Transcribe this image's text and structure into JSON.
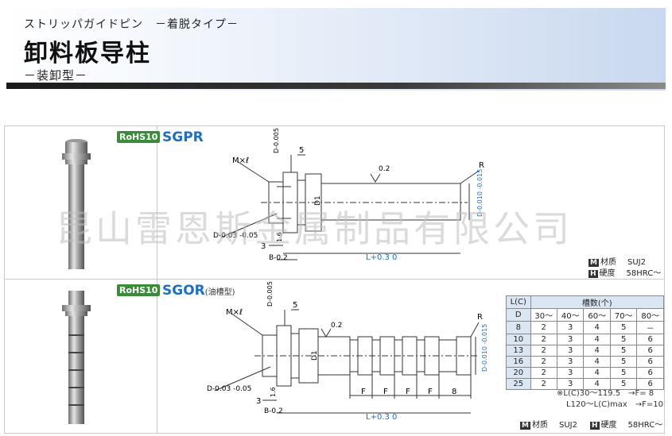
{
  "header": {
    "subtitle_jp": "ストリッパガイドピン　－着脱タイプ－",
    "title": "卸料板导柱",
    "type_label": "－装卸型－"
  },
  "panels": [
    {
      "code": "SGPR",
      "code_note": "",
      "rohs": "RoHS10",
      "dims": {
        "mxl": "M×ℓ",
        "d_tol_top": "D-0.005",
        "five": "5",
        "tol_02": "0.2",
        "r": "R",
        "d1": "D1",
        "d_tol_right": "D-0.010 -0.015",
        "d_tol_left": "D-0.03 -0.05",
        "three": "3",
        "b_tol": "B-0.2",
        "one_six": "1.6",
        "l_tol": "L+0.3 0"
      },
      "spec": {
        "material_label": "材质",
        "material_value": "SUJ2",
        "hardness_label": "硬度",
        "hardness_value": "58HRC～"
      }
    },
    {
      "code": "SGOR",
      "code_note": "(油槽型)",
      "rohs": "RoHS10",
      "dims": {
        "mxl": "M×ℓ",
        "d_tol_top": "D-0.005",
        "five": "5",
        "tol_02": "0.2",
        "r": "R",
        "d1": "D1",
        "d_tol_right": "D-0.010 -0.015",
        "d_tol_left": "D-0.03 -0.05",
        "three": "3",
        "b_tol": "B-0.2",
        "one_six": "1.6",
        "l_tol": "L+0.3 0",
        "f": "F",
        "eight": "8"
      },
      "table": {
        "corner_top": "L(C)",
        "corner_bottom": "D",
        "group_header": "槽数(个)",
        "columns": [
          "30～",
          "40～",
          "60～",
          "70～",
          "80～"
        ],
        "rows": [
          {
            "d": "8",
            "values": [
              "2",
              "3",
              "4",
              "5",
              "－"
            ]
          },
          {
            "d": "10",
            "values": [
              "2",
              "3",
              "4",
              "5",
              "6"
            ]
          },
          {
            "d": "13",
            "values": [
              "2",
              "3",
              "4",
              "5",
              "6"
            ]
          },
          {
            "d": "16",
            "values": [
              "2",
              "3",
              "4",
              "5",
              "6"
            ]
          },
          {
            "d": "20",
            "values": [
              "2",
              "3",
              "4",
              "5",
              "6"
            ]
          },
          {
            "d": "25",
            "values": [
              "2",
              "3",
              "4",
              "5",
              "6"
            ]
          }
        ]
      },
      "notes": {
        "line1": "※L(C)30～119.5　→F= 8",
        "line2": "L120～L(C)max　→F=10"
      },
      "spec": {
        "material_label": "材质",
        "material_value": "SUJ2",
        "hardness_label": "硬度",
        "hardness_value": "58HRC～"
      }
    }
  ],
  "spec_marks": {
    "m": "M",
    "h": "H"
  },
  "watermark": "昆山雷恩斯金属制品有限公司"
}
